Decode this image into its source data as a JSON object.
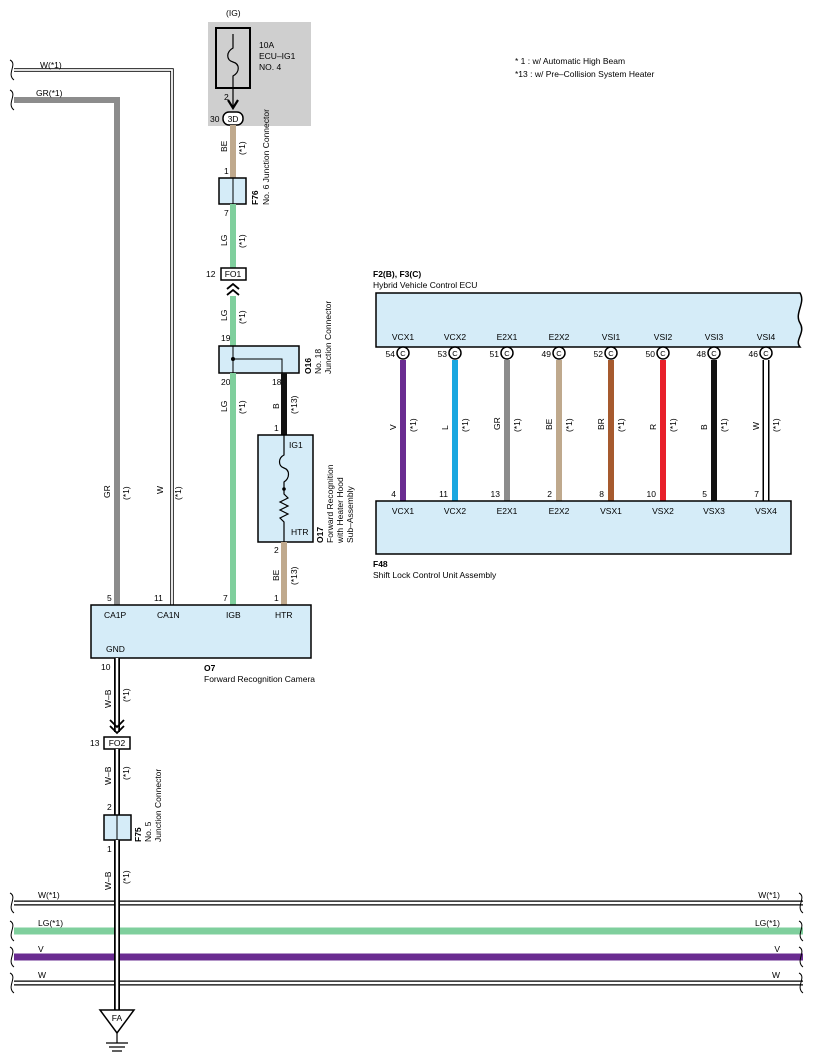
{
  "colors": {
    "box_fill": "#d5ecf8",
    "fuse_area": "#cfcfcf",
    "wire_GR": "#8c8c8c",
    "wire_BE": "#bfa98d",
    "wire_LG": "#7fcf9d",
    "wire_B": "#111111",
    "wire_V": "#6a2c91",
    "wire_L": "#19a7e0",
    "wire_BR": "#a65a2e",
    "wire_R": "#e8202a",
    "wire_W": "#ffffff"
  },
  "notes": [
    "* 1 : w/ Automatic High Beam",
    "*13 : w/ Pre–Collision System Heater"
  ],
  "fuse": {
    "supply": "(IG)",
    "rating": "10A",
    "name": "ECU–IG1",
    "number": "NO. 4",
    "pin_out": "2",
    "conn_pin": "30",
    "conn_label": "3D"
  },
  "left_wires": {
    "top_w": "W(*1)",
    "top_gr": "GR(*1)",
    "gr_label": "GR",
    "gr_note": "(*1)",
    "w_label": "W",
    "w_note": "(*1)"
  },
  "f76": {
    "code": "F76",
    "desc": "No. 6 Junction Connector",
    "pin_top": "1",
    "pin_bottom": "7",
    "wire_in": "BE",
    "wire_in_note": "(*1)",
    "wire_out": "LG",
    "wire_out_note": "(*1)"
  },
  "fo1": {
    "pin": "12",
    "label": "FO1",
    "wire": "LG",
    "wire_note": "(*1)"
  },
  "o16": {
    "code": "O16",
    "desc": "No. 18 Junction Connector",
    "pin_top": "19",
    "pin_left": "20",
    "pin_right": "18",
    "wire_left": "LG",
    "wire_left_note": "(*1)",
    "wire_right": "B",
    "wire_right_note": "(*13)"
  },
  "o17": {
    "code": "O17",
    "desc": "Forward Recognition with Heater Hood Sub–Assembly",
    "pin_top": "1",
    "pin_bottom": "2",
    "ig1": "IG1",
    "htr": "HTR",
    "wire_out": "BE",
    "wire_out_note": "(*13)"
  },
  "o7": {
    "code": "O7",
    "name": "Forward Recognition Camera",
    "pins": [
      {
        "num": "5",
        "label": "CA1P"
      },
      {
        "num": "11",
        "label": "CA1N"
      },
      {
        "num": "7",
        "label": "IGB"
      },
      {
        "num": "1",
        "label": "HTR"
      }
    ],
    "gnd_label": "GND",
    "gnd_pin": "10"
  },
  "ground_path": {
    "wire1": "W–B",
    "wire1_note": "(*1)",
    "fo2_pin": "13",
    "fo2_label": "FO2",
    "wire2": "W–B",
    "wire2_note": "(*1)",
    "f75_pin_top": "2",
    "f75_pin_bottom": "1",
    "f75_code": "F75",
    "f75_desc": "No. 5 Junction Connector",
    "wire3": "W–B",
    "wire3_note": "(*1)",
    "ground_label": "FA"
  },
  "hv_ecu": {
    "code": "F2(B), F3(C)",
    "name": "Hybrid Vehicle Control ECU",
    "pins": [
      {
        "num": "54",
        "conn": "C",
        "label": "VCX1",
        "wire": "V",
        "note": "(*1)",
        "color_key": "wire_V",
        "bottom_num": "4",
        "bottom_label": "VCX1"
      },
      {
        "num": "53",
        "conn": "C",
        "label": "VCX2",
        "wire": "L",
        "note": "(*1)",
        "color_key": "wire_L",
        "bottom_num": "11",
        "bottom_label": "VCX2"
      },
      {
        "num": "51",
        "conn": "C",
        "label": "E2X1",
        "wire": "GR",
        "note": "(*1)",
        "color_key": "wire_GR",
        "bottom_num": "13",
        "bottom_label": "E2X1"
      },
      {
        "num": "49",
        "conn": "C",
        "label": "E2X2",
        "wire": "BE",
        "note": "(*1)",
        "color_key": "wire_BE",
        "bottom_num": "2",
        "bottom_label": "E2X2"
      },
      {
        "num": "52",
        "conn": "C",
        "label": "VSI1",
        "wire": "BR",
        "note": "(*1)",
        "color_key": "wire_BR",
        "bottom_num": "8",
        "bottom_label": "VSX1"
      },
      {
        "num": "50",
        "conn": "C",
        "label": "VSI2",
        "wire": "R",
        "note": "(*1)",
        "color_key": "wire_R",
        "bottom_num": "10",
        "bottom_label": "VSX2"
      },
      {
        "num": "48",
        "conn": "C",
        "label": "VSI3",
        "wire": "B",
        "note": "(*1)",
        "color_key": "wire_B",
        "bottom_num": "5",
        "bottom_label": "VSX3"
      },
      {
        "num": "46",
        "conn": "C",
        "label": "VSI4",
        "wire": "W",
        "note": "(*1)",
        "color_key": "wire_W",
        "bottom_num": "7",
        "bottom_label": "VSX4"
      }
    ]
  },
  "shift_lock": {
    "code": "F48",
    "name": "Shift Lock Control Unit Assembly"
  },
  "bus_lines": [
    {
      "left": "W(*1)",
      "right": "W(*1)",
      "color_key": "wire_W"
    },
    {
      "left": "LG(*1)",
      "right": "LG(*1)",
      "color_key": "wire_LG"
    },
    {
      "left": "V",
      "right": "V",
      "color_key": "wire_V"
    },
    {
      "left": "W",
      "right": "W",
      "color_key": "wire_W"
    }
  ]
}
